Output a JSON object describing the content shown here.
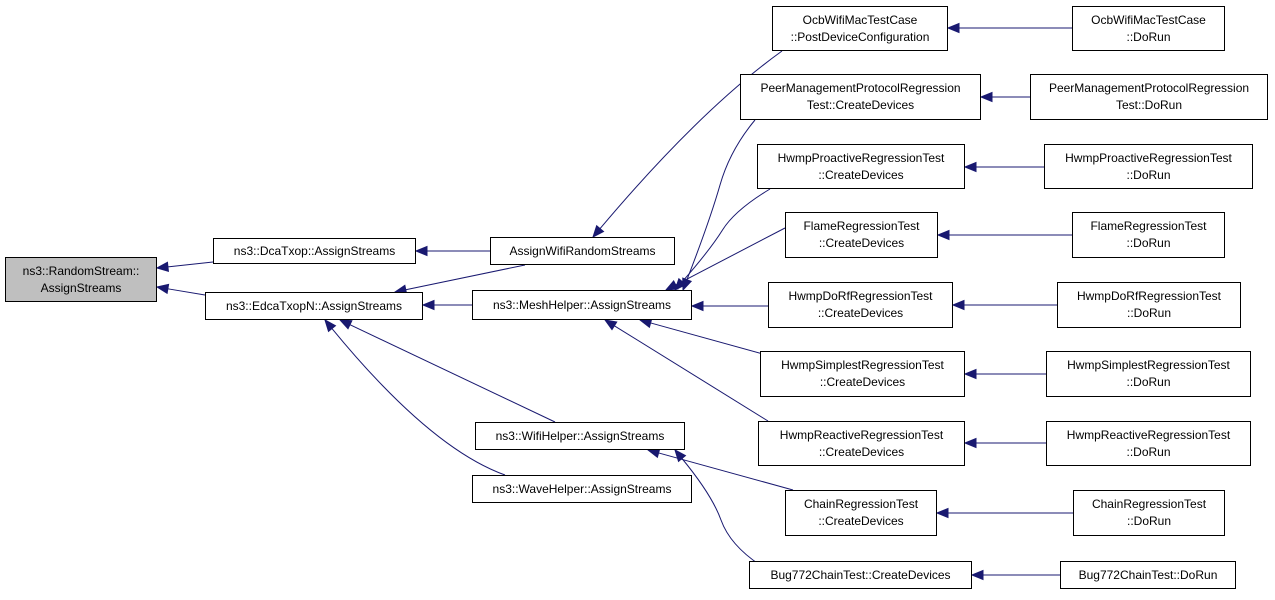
{
  "colors": {
    "edge": "#191970",
    "root_fill": "#bfbfbf",
    "node_fill": "#ffffff",
    "border": "#000000"
  },
  "nodes": {
    "root": [
      "ns3::RandomStream::",
      "AssignStreams"
    ],
    "dcatxop": [
      "ns3::DcaTxop::AssignStreams"
    ],
    "edcatxop": [
      "ns3::EdcaTxopN::AssignStreams"
    ],
    "assignwifi": [
      "AssignWifiRandomStreams"
    ],
    "meshhelper": [
      "ns3::MeshHelper::AssignStreams"
    ],
    "wifihelper": [
      "ns3::WifiHelper::AssignStreams"
    ],
    "wavehelper": [
      "ns3::WaveHelper::AssignStreams"
    ],
    "ocbpost": [
      "OcbWifiMacTestCase",
      "::PostDeviceConfiguration"
    ],
    "ocbrun": [
      "OcbWifiMacTestCase",
      "::DoRun"
    ],
    "peercreate": [
      "PeerManagementProtocolRegression",
      "Test::CreateDevices"
    ],
    "peerrun": [
      "PeerManagementProtocolRegression",
      "Test::DoRun"
    ],
    "hproactcreate": [
      "HwmpProactiveRegressionTest",
      "::CreateDevices"
    ],
    "hproactrun": [
      "HwmpProactiveRegressionTest",
      "::DoRun"
    ],
    "flamecreate": [
      "FlameRegressionTest",
      "::CreateDevices"
    ],
    "flamerun": [
      "FlameRegressionTest",
      "::DoRun"
    ],
    "hdorfcreate": [
      "HwmpDoRfRegressionTest",
      "::CreateDevices"
    ],
    "hdorfrun": [
      "HwmpDoRfRegressionTest",
      "::DoRun"
    ],
    "hsimplecreate": [
      "HwmpSimplestRegressionTest",
      "::CreateDevices"
    ],
    "hsimplerun": [
      "HwmpSimplestRegressionTest",
      "::DoRun"
    ],
    "hreactcreate": [
      "HwmpReactiveRegressionTest",
      "::CreateDevices"
    ],
    "hreactrun": [
      "HwmpReactiveRegressionTest",
      "::DoRun"
    ],
    "chaincreate": [
      "ChainRegressionTest",
      "::CreateDevices"
    ],
    "chainrun": [
      "ChainRegressionTest",
      "::DoRun"
    ],
    "bugcreate": [
      "Bug772ChainTest::CreateDevices"
    ],
    "bugrun": [
      "Bug772ChainTest::DoRun"
    ]
  },
  "edges": [
    {
      "from": "dcatxop",
      "to": "root"
    },
    {
      "from": "edcatxop",
      "to": "root"
    },
    {
      "from": "assignwifi",
      "to": "dcatxop"
    },
    {
      "from": "assignwifi",
      "to": "edcatxop"
    },
    {
      "from": "meshhelper",
      "to": "edcatxop"
    },
    {
      "from": "wifihelper",
      "to": "edcatxop"
    },
    {
      "from": "wavehelper",
      "to": "edcatxop"
    },
    {
      "from": "ocbpost",
      "to": "assignwifi"
    },
    {
      "from": "peercreate",
      "to": "meshhelper"
    },
    {
      "from": "hproactcreate",
      "to": "meshhelper"
    },
    {
      "from": "flamecreate",
      "to": "meshhelper"
    },
    {
      "from": "hdorfcreate",
      "to": "meshhelper"
    },
    {
      "from": "hsimplecreate",
      "to": "meshhelper"
    },
    {
      "from": "hreactcreate",
      "to": "meshhelper"
    },
    {
      "from": "chaincreate",
      "to": "wifihelper"
    },
    {
      "from": "bugcreate",
      "to": "wifihelper"
    },
    {
      "from": "ocbrun",
      "to": "ocbpost"
    },
    {
      "from": "peerrun",
      "to": "peercreate"
    },
    {
      "from": "hproactrun",
      "to": "hproactcreate"
    },
    {
      "from": "flamerun",
      "to": "flamecreate"
    },
    {
      "from": "hdorfrun",
      "to": "hdorfcreate"
    },
    {
      "from": "hsimplerun",
      "to": "hsimplecreate"
    },
    {
      "from": "hreactrun",
      "to": "hreactcreate"
    },
    {
      "from": "chainrun",
      "to": "chaincreate"
    },
    {
      "from": "bugrun",
      "to": "bugcreate"
    }
  ]
}
